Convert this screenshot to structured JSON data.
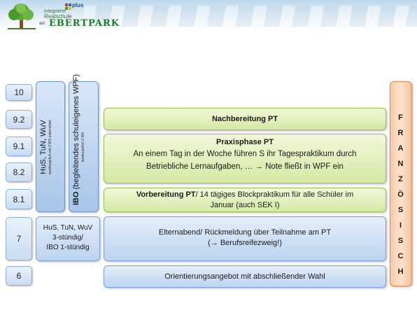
{
  "logo": {
    "line1": "integrierte",
    "line2": "Realschule",
    "plus": "plus",
    "am": "am",
    "name": "EBERTPARK"
  },
  "grades": [
    "10",
    "9.2",
    "9.1",
    "8.2",
    "8.1",
    "7",
    "6"
  ],
  "left_column": {
    "hus_vertical": "HuS, TuN, WuV",
    "hus_vertical_small": "kontinuierlich mit 2 WS unterrichtet",
    "ibo_vertical_bold": "IBO",
    "ibo_vertical": " (begleitendes schuleigenes WPF)",
    "ibo_vertical_small": "kontinuierlich 2 WS",
    "box7_lines": [
      "HuS, TuN, WuV",
      "3-stündig/",
      "IBO 1-stündig"
    ]
  },
  "bars": {
    "nachbereitung": "Nachbereitung PT",
    "praxis_title": "Praxisphase PT",
    "praxis_line1": "An einem Tag in der Woche führen S ihr Tagespraktikum durch",
    "praxis_line2": "Betriebliche Lernaufgaben, …  →  Note fließt in WPF ein",
    "vorbereitung_bold": "Vorbereitung PT",
    "vorbereitung_rest": "/ 14 tägiges Blockpraktikum für alle Schüler im",
    "vorbereitung_line2": "Januar (auch SEK I)",
    "elternabend_line1": "Elternabend/ Rückmeldung über Teilnahme am PT",
    "elternabend_line2": "(→ Berufsreifezweig!)",
    "orientierung": "Orientierungsangebot mit abschließender Wahl"
  },
  "franzoesisch": [
    "F",
    "R",
    "A",
    "N",
    "Z",
    "Ö",
    "S",
    "I",
    "S",
    "C",
    "H"
  ],
  "colors": {
    "green_fill": "#d4e9a4",
    "blue_fill": "#bcd3ef",
    "orange_fill": "#f7c9a4",
    "logo_green": "#1f7a2a"
  }
}
